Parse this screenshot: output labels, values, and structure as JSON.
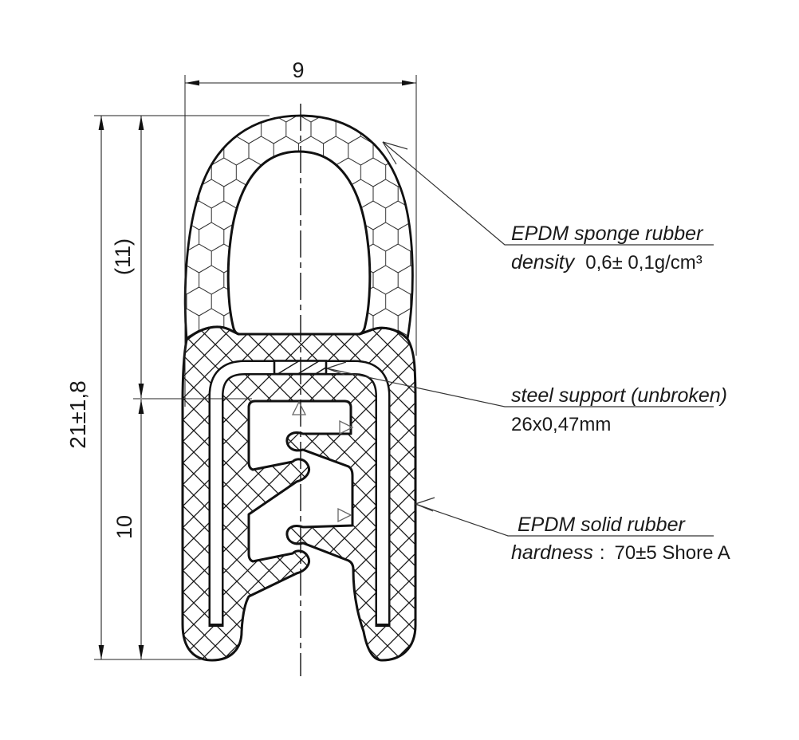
{
  "dimensions": {
    "top_width": "9",
    "overall_height": "21±1,8",
    "sponge_height_ref": "(11)",
    "body_height": "10"
  },
  "callouts": {
    "sponge": {
      "title": "EPDM sponge rubber",
      "property": "density",
      "value": "0,6± 0,1g/cm³"
    },
    "steel": {
      "title": "steel support (unbroken)",
      "value": "26x0,47mm"
    },
    "solid": {
      "title": "EPDM solid rubber",
      "property": "hardness",
      "separator": ":",
      "value": "70±5 Shore A"
    }
  },
  "colors": {
    "line": "#1a1a1a",
    "background": "#ffffff"
  }
}
